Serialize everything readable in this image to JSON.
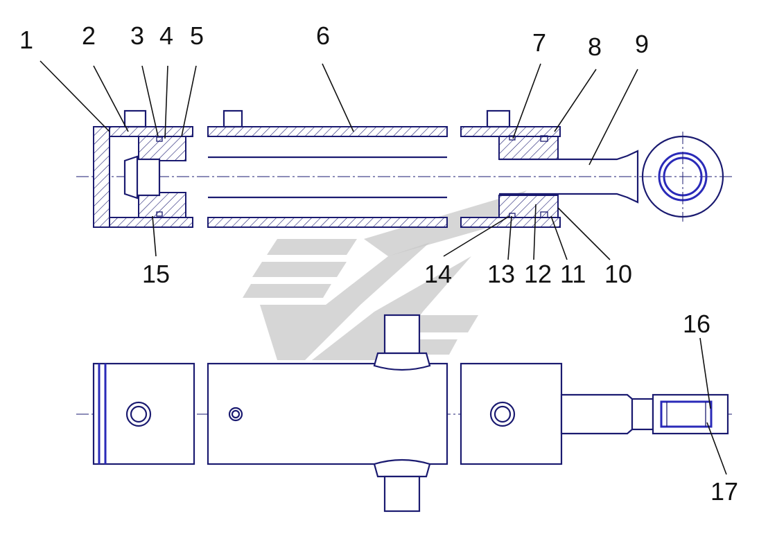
{
  "callouts": [
    {
      "id": "1",
      "label": "1"
    },
    {
      "id": "2",
      "label": "2"
    },
    {
      "id": "3",
      "label": "3"
    },
    {
      "id": "4",
      "label": "4"
    },
    {
      "id": "5",
      "label": "5"
    },
    {
      "id": "6",
      "label": "6"
    },
    {
      "id": "7",
      "label": "7"
    },
    {
      "id": "8",
      "label": "8"
    },
    {
      "id": "9",
      "label": "9"
    },
    {
      "id": "10",
      "label": "10"
    },
    {
      "id": "11",
      "label": "11"
    },
    {
      "id": "12",
      "label": "12"
    },
    {
      "id": "13",
      "label": "13"
    },
    {
      "id": "14",
      "label": "14"
    },
    {
      "id": "15",
      "label": "15"
    },
    {
      "id": "16",
      "label": "16"
    },
    {
      "id": "17",
      "label": "17"
    }
  ],
  "colors": {
    "line": "#1a1a70",
    "accent_blue": "#2a2ab8",
    "watermark": "#c8c8c8",
    "text": "#111111"
  }
}
